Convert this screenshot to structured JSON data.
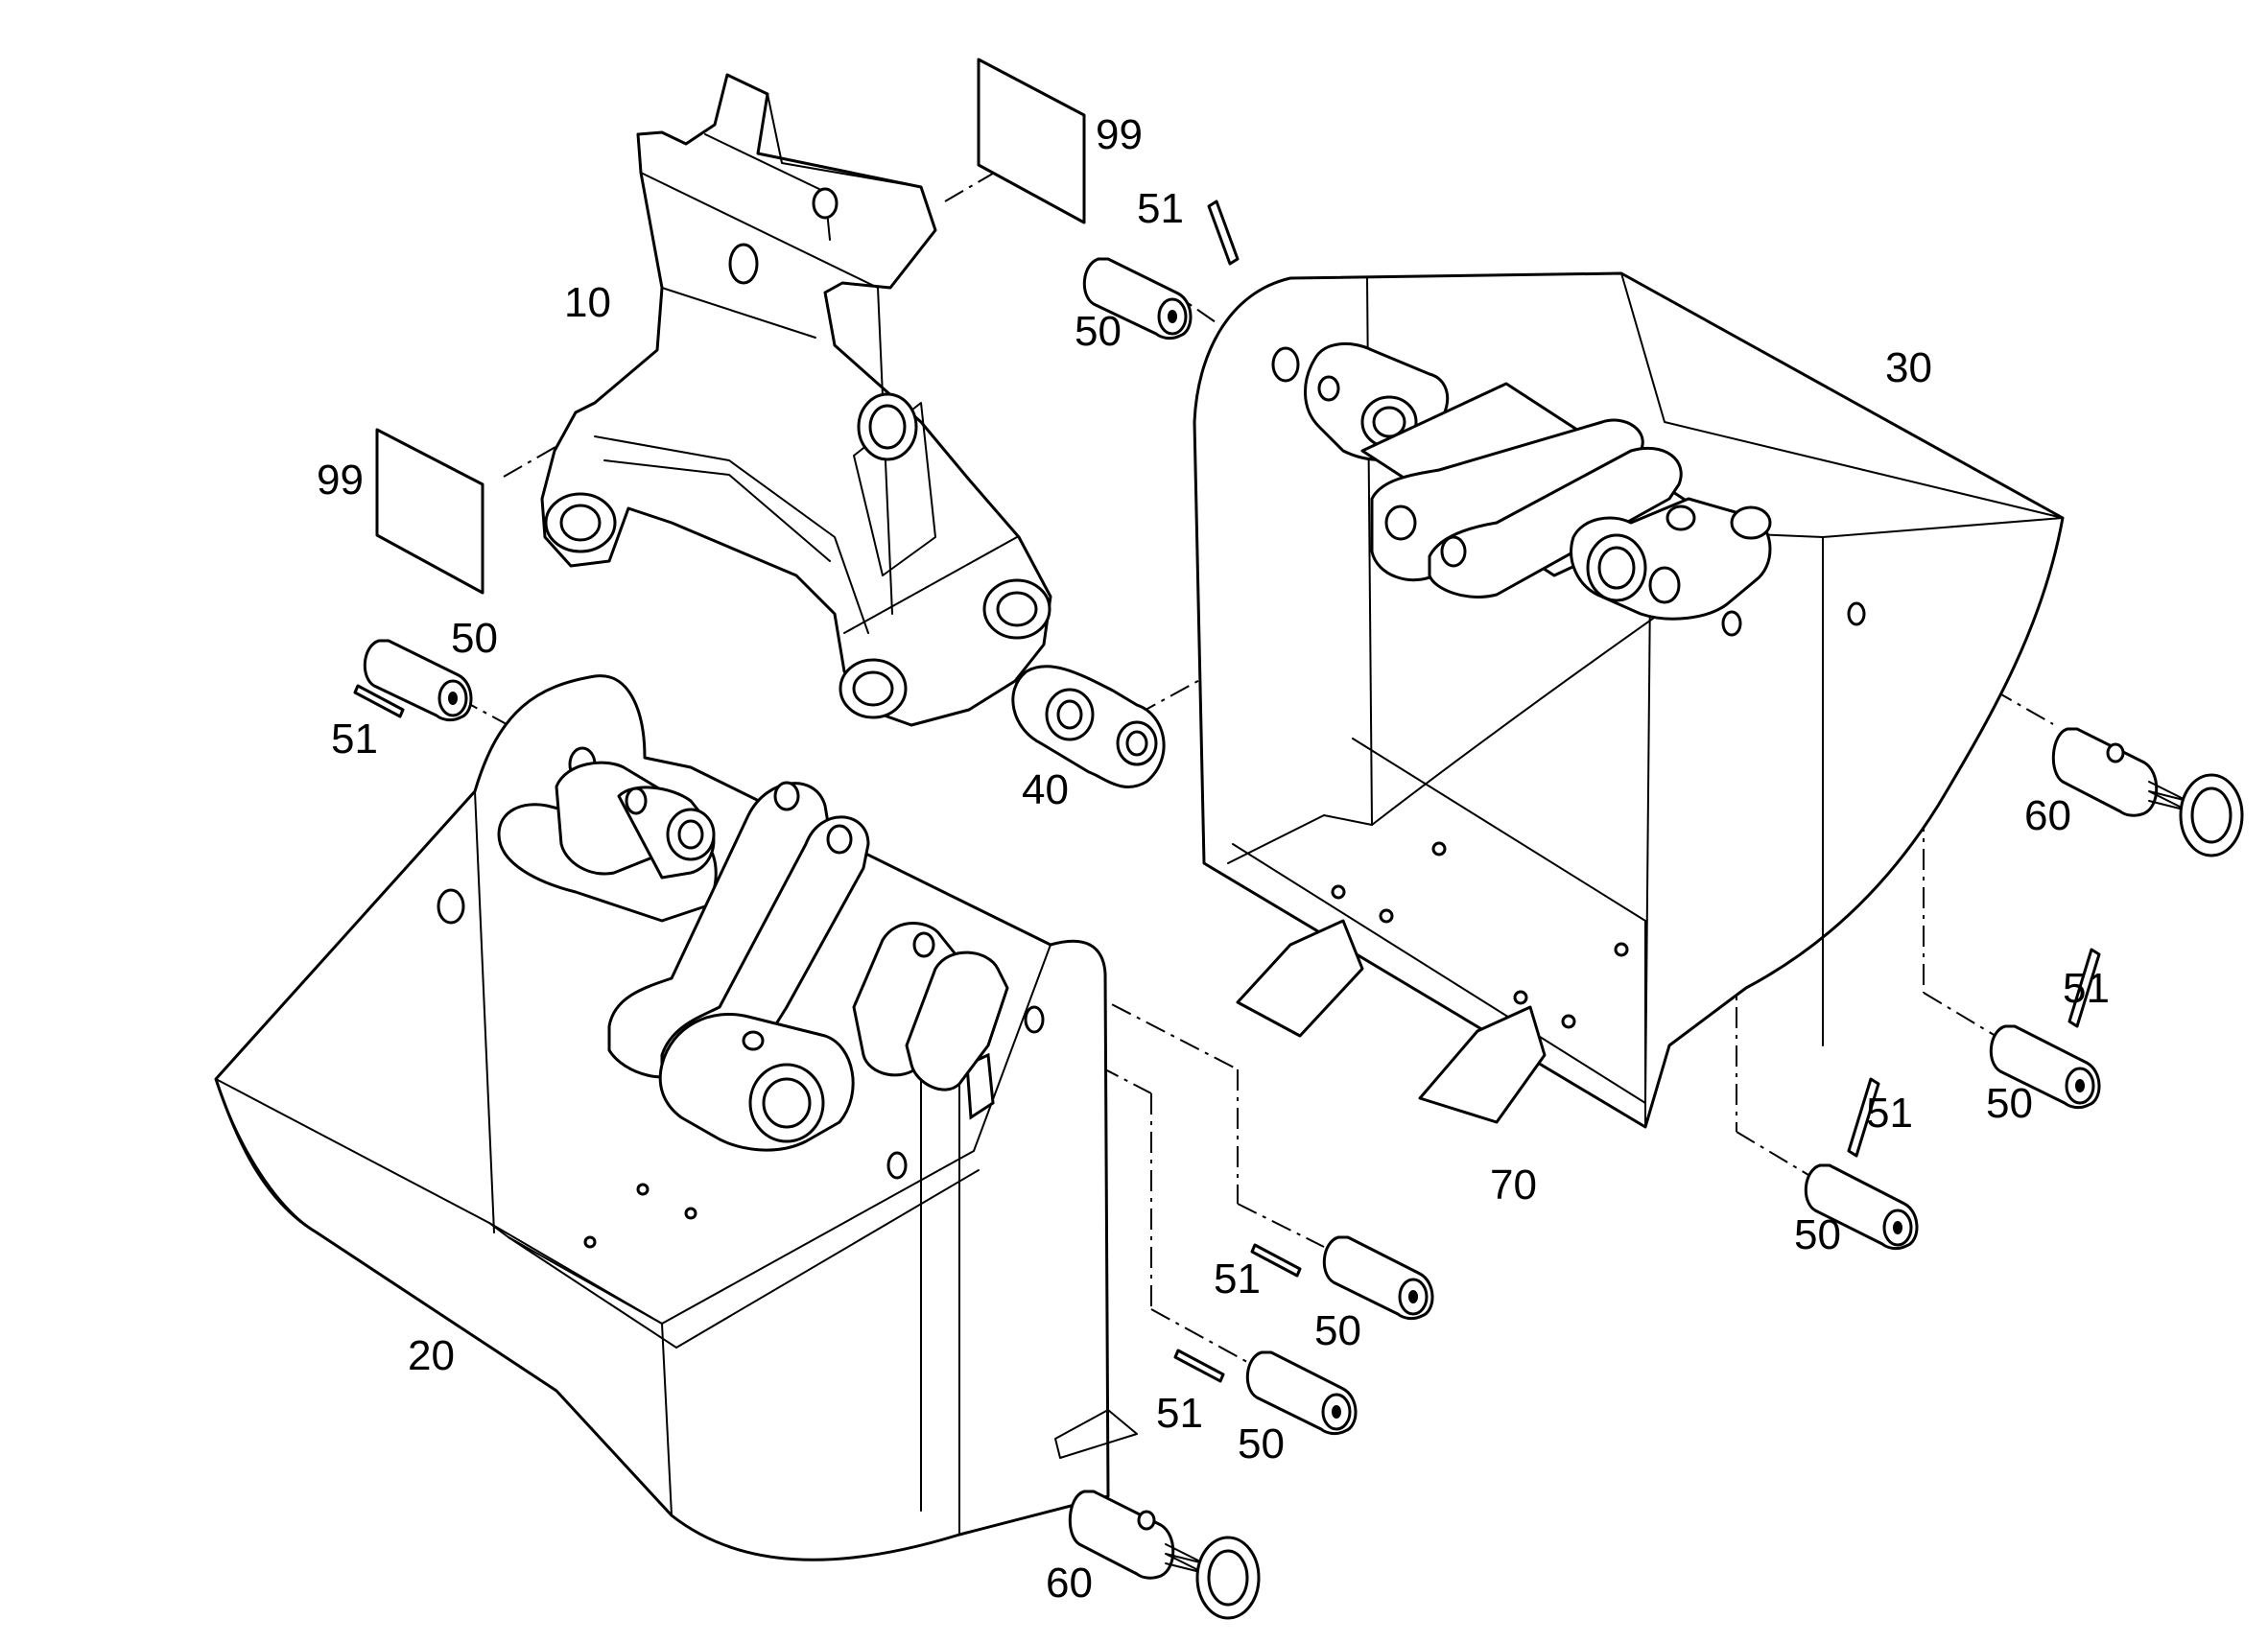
{
  "colors": {
    "line": "#000000",
    "background": "#ffffff"
  },
  "callouts": {
    "c10": "10",
    "c20": "20",
    "c30": "30",
    "c40": "40",
    "c50": "50",
    "c51": "51",
    "c60": "60",
    "c70": "70",
    "c99": "99"
  }
}
